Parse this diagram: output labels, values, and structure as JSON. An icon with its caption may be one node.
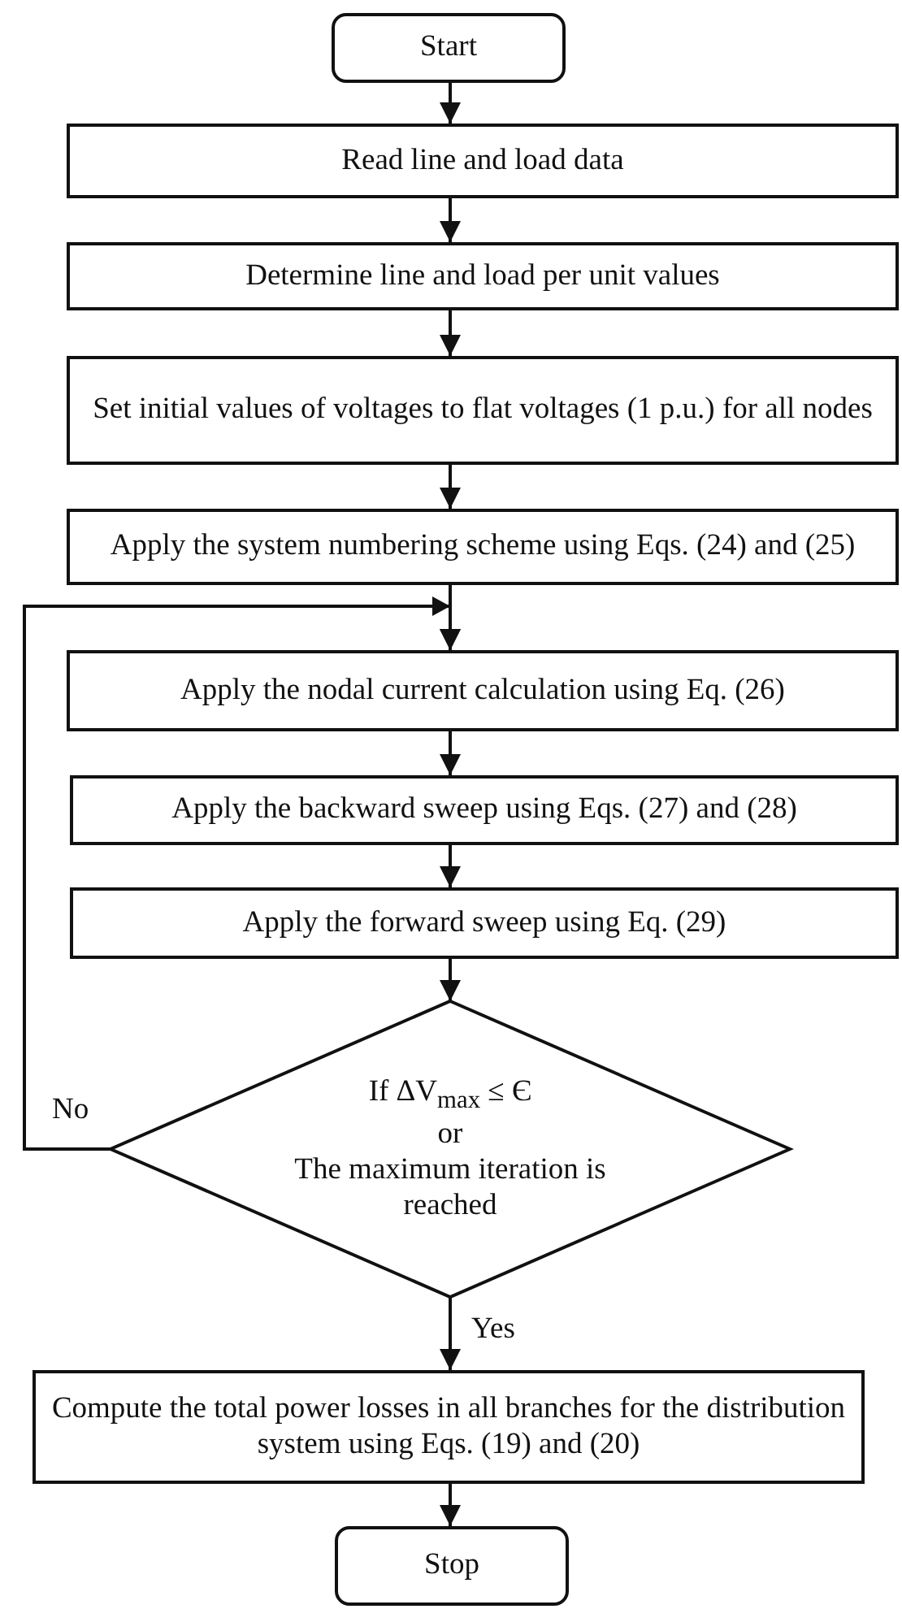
{
  "diagram": {
    "nodes": [
      {
        "text": [
          "Start"
        ]
      },
      {
        "text": [
          "Read line and load data"
        ]
      },
      {
        "text": [
          "Determine line and load per unit values"
        ]
      },
      {
        "text": [
          "Set initial values of voltages to flat voltages (1 p.u.) for all nodes"
        ]
      },
      {
        "text": [
          "Apply the system numbering scheme using Eqs. (24) and (25)"
        ]
      },
      {
        "text": [
          "Apply the nodal current calculation using Eq. (26)"
        ]
      },
      {
        "text": [
          "Apply the backward sweep using Eqs. (27) and (28)"
        ]
      },
      {
        "text": [
          "Apply the forward sweep using Eq. (29)"
        ]
      },
      {
        "text": [
          "If ΔV$_{max}$ ≤ Є",
          "or",
          "The maximum iteration is reached"
        ]
      },
      {
        "text": [
          "Compute the total power losses in all branches for the distribution system using Eqs. (19) and (20)"
        ]
      },
      {
        "text": [
          "Stop"
        ]
      }
    ],
    "edges": [
      {
        "from": 0,
        "to": 1,
        "arrow": "to"
      },
      {
        "from": 1,
        "to": 2,
        "arrow": "to"
      },
      {
        "from": 2,
        "to": 3,
        "arrow": "to"
      },
      {
        "from": 3,
        "to": 4,
        "arrow": "to"
      },
      {
        "from": 4,
        "to": 5,
        "arrow": "to"
      },
      {
        "from": 5,
        "to": 6,
        "arrow": "to"
      },
      {
        "from": 6,
        "to": 7,
        "arrow": "to"
      },
      {
        "from": 7,
        "to": 8,
        "arrow": "to"
      },
      {
        "from": 8,
        "to": 5,
        "arrow": "to",
        "label": "No"
      },
      {
        "from": 8,
        "to": 9,
        "arrow": "to",
        "label": "Yes"
      },
      {
        "from": 9,
        "to": 10,
        "arrow": "to"
      }
    ]
  }
}
